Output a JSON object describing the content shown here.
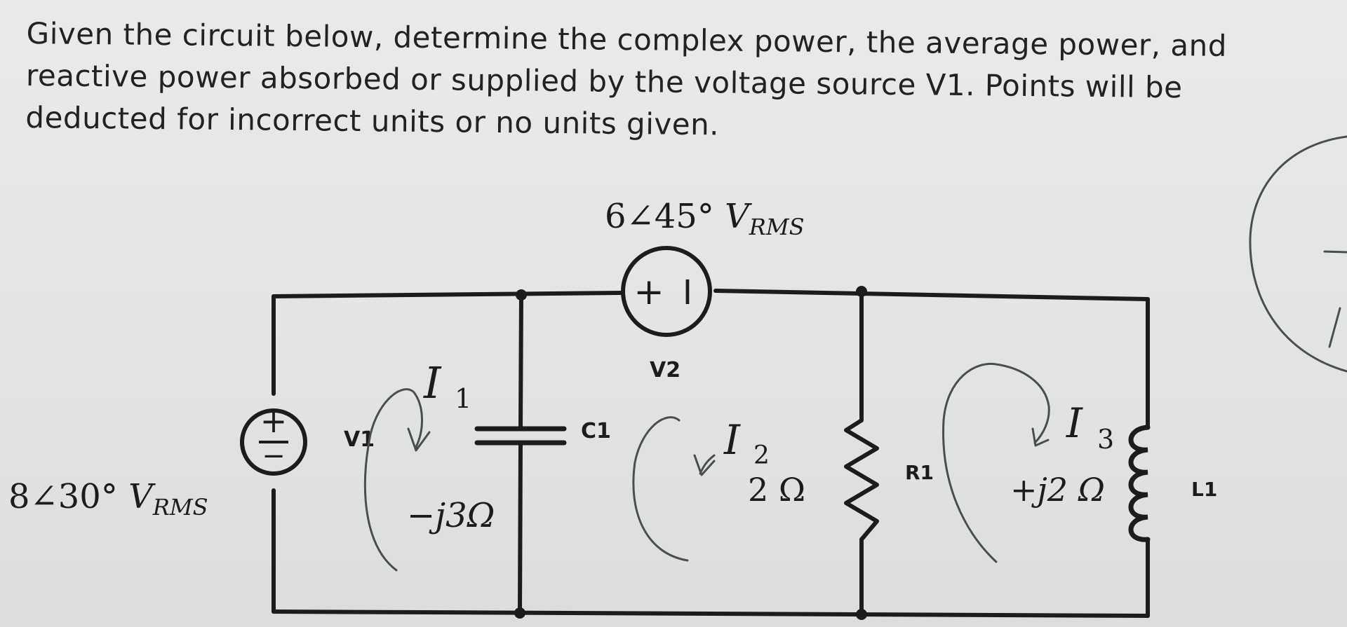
{
  "problem": {
    "line1": "Given the circuit below, determine the complex power, the average power, and",
    "line2": "reactive power absorbed or supplied by the voltage source V1. Points will be",
    "line3": "deducted for incorrect units or no units given."
  },
  "sources": {
    "v1": {
      "name": "V1",
      "magnitude": "8",
      "angle": "30°",
      "unit": "V",
      "unit_sub": "RMS",
      "plus": "+",
      "minus": "−"
    },
    "v2": {
      "name": "V2",
      "magnitude": "6",
      "angle": "45°",
      "unit": "V",
      "unit_sub": "RMS",
      "plus": "+",
      "minus": "I"
    }
  },
  "components": {
    "c1": {
      "name": "C1",
      "impedance": "−j3Ω"
    },
    "r1": {
      "name": "R1",
      "impedance": "2 Ω"
    },
    "l1": {
      "name": "L1",
      "impedance": "+j2 Ω"
    }
  },
  "annotations": {
    "i1": {
      "letter": "I",
      "sub": "1"
    },
    "i2": {
      "letter": "I",
      "sub": "2"
    },
    "i3": {
      "letter": "I",
      "sub": "3"
    }
  },
  "colors": {
    "ink": "#1c1c1c",
    "pencil": "#4a4e4d",
    "paper": "#e4e6e5"
  }
}
